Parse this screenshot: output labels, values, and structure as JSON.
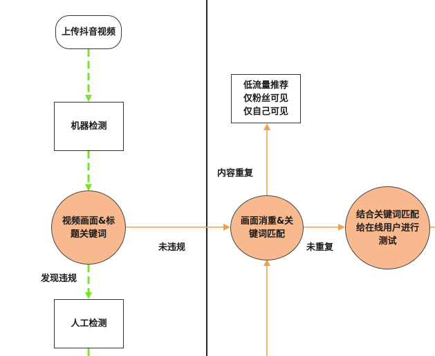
{
  "nodes": {
    "upload": "上传抖音视频",
    "machine_check": "机器检测",
    "keywords": [
      "视频画面&标",
      "题关键词"
    ],
    "manual_check": "人工检测",
    "dedup": [
      "画面消重&关",
      "键词匹配"
    ],
    "low_traffic": [
      "低流量推荐",
      "仅粉丝可见",
      "仅自己可见"
    ],
    "match_users": [
      "结合关键词匹配",
      "给在线用户进行",
      "测试"
    ]
  },
  "edge_labels": {
    "violation_found": "发现违规",
    "no_violation": "未违规",
    "duplicate_content": "内容重复",
    "not_duplicate": "未重复"
  },
  "colors": {
    "green_arrow": "#7ce32b",
    "orange_arrow": "#f0a050",
    "circle_fill": "#f7b98d",
    "divider": "#222222"
  }
}
